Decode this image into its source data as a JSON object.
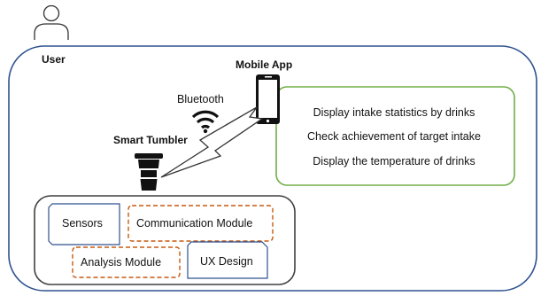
{
  "user": {
    "label": "User",
    "icon": "user-icon"
  },
  "mobile_app": {
    "label": "Mobile App",
    "icon": "smartphone-icon",
    "features": [
      "Display intake statistics by drinks",
      "Check achievement of target intake",
      "Display the temperature of drinks"
    ]
  },
  "connection": {
    "label": "Bluetooth",
    "icon": "wifi-icon"
  },
  "smart_tumbler": {
    "label": "Smart Tumbler",
    "icon": "tumbler-icon"
  },
  "modules": {
    "sensors": "Sensors",
    "communication": "Communication  Module",
    "analysis": "Analysis Module",
    "ux_design": "UX Design"
  },
  "colors": {
    "user_frame": "#2f528f",
    "feature_frame": "#70ad47",
    "dashed_frame": "#c55a11",
    "document_frame": "#2f528f",
    "module_frame": "#404040"
  }
}
